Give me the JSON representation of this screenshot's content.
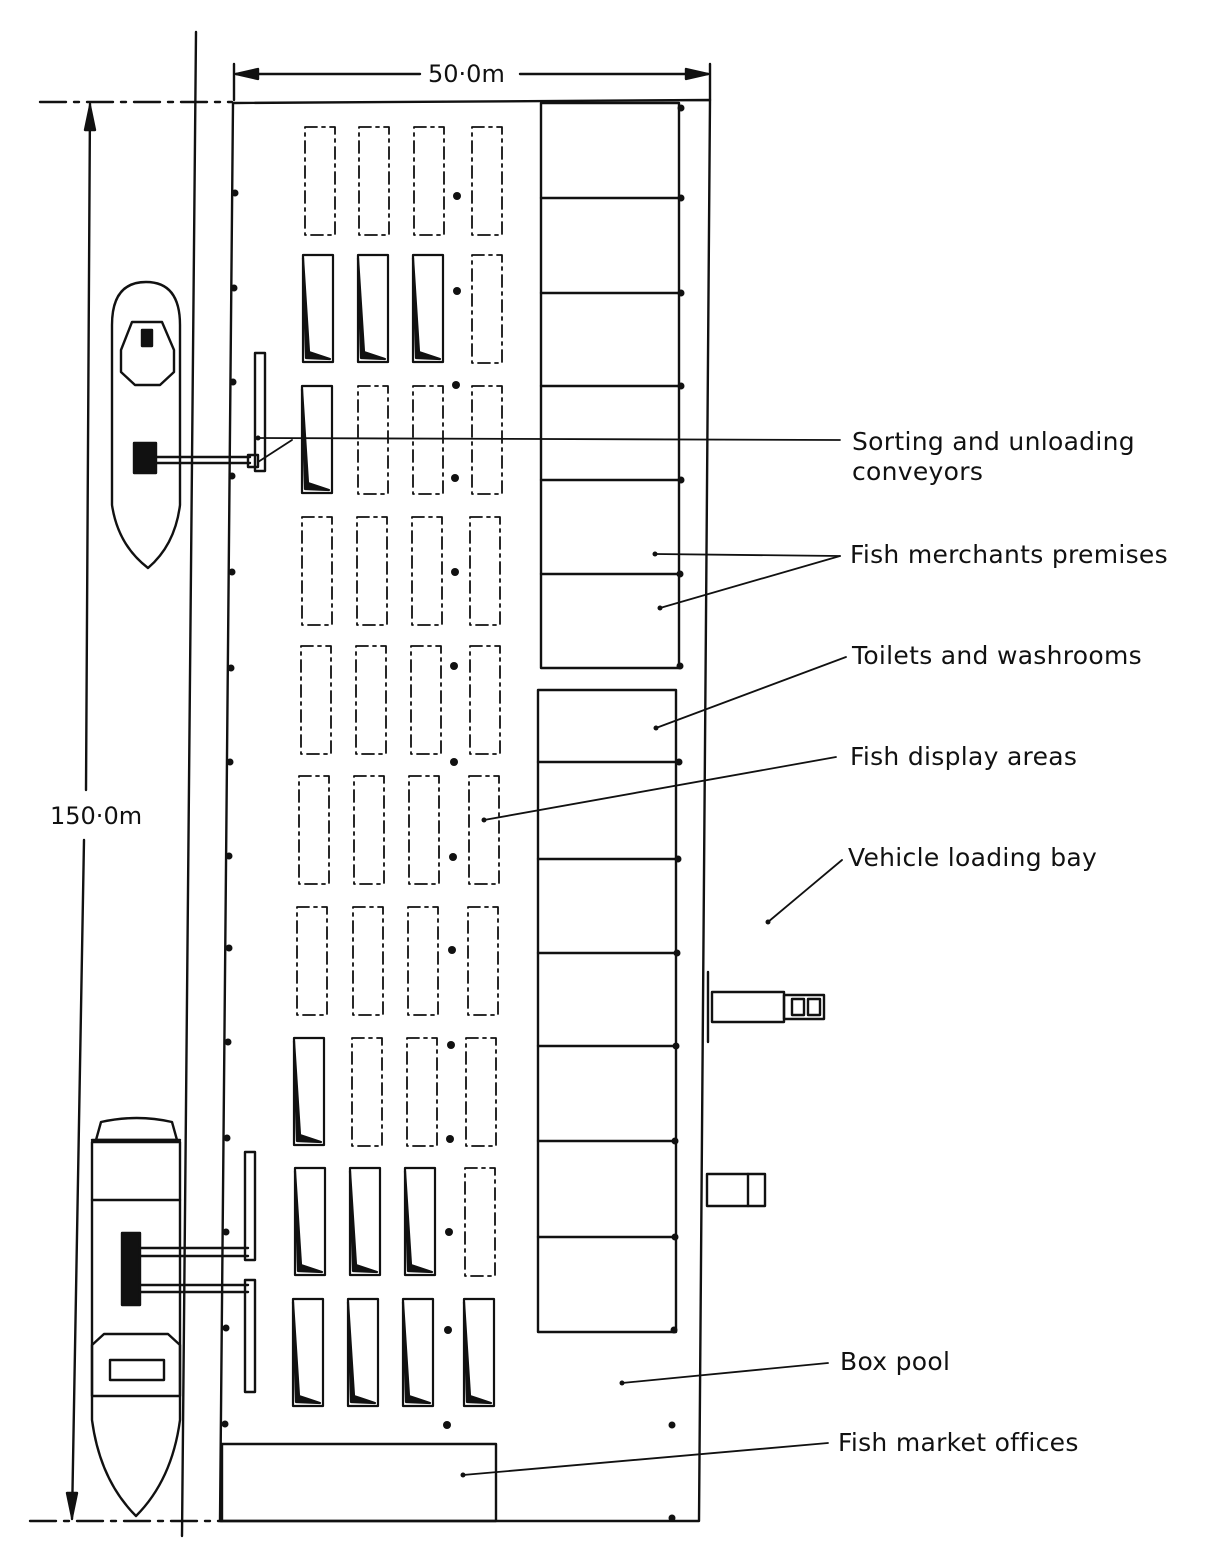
{
  "dimensions": {
    "width": "50·0m",
    "length": "150·0m"
  },
  "labels": {
    "conveyors_line1": "Sorting and unloading",
    "conveyors_line2": "conveyors",
    "merchants": "Fish merchants premises",
    "toilets": "Toilets and washrooms",
    "display": "Fish display areas",
    "loading_bay": "Vehicle loading bay",
    "box_pool": "Box pool",
    "offices": "Fish market offices"
  }
}
